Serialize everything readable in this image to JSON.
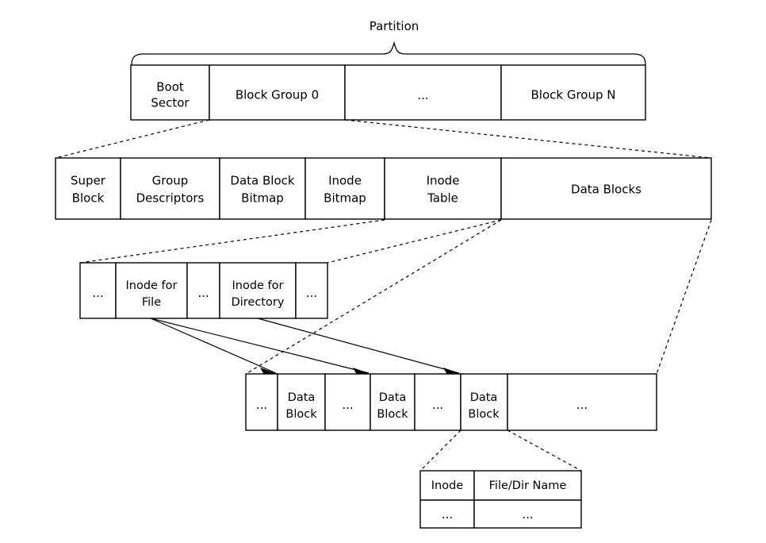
{
  "diagram": {
    "title_label": "Partition",
    "rows": {
      "partition": {
        "name": "partition-row",
        "cells": [
          {
            "id": "boot-sector",
            "lines": [
              "Boot",
              "Sector"
            ]
          },
          {
            "id": "block-group-0",
            "lines": [
              "Block Group 0"
            ]
          },
          {
            "id": "block-group-ellipsis",
            "lines": [
              "..."
            ]
          },
          {
            "id": "block-group-n",
            "lines": [
              "Block Group N"
            ]
          }
        ]
      },
      "block_group": {
        "name": "block-group-row",
        "cells": [
          {
            "id": "super-block",
            "lines": [
              "Super",
              "Block"
            ]
          },
          {
            "id": "group-descriptors",
            "lines": [
              "Group",
              "Descriptors"
            ]
          },
          {
            "id": "data-block-bitmap",
            "lines": [
              "Data Block",
              "Bitmap"
            ]
          },
          {
            "id": "inode-bitmap",
            "lines": [
              "Inode",
              "Bitmap"
            ]
          },
          {
            "id": "inode-table",
            "lines": [
              "Inode",
              "Table"
            ]
          },
          {
            "id": "data-blocks",
            "lines": [
              "Data Blocks"
            ]
          }
        ]
      },
      "inode_table": {
        "name": "inode-table-row",
        "cells": [
          {
            "id": "inode-ellipsis-1",
            "lines": [
              "..."
            ]
          },
          {
            "id": "inode-for-file",
            "lines": [
              "Inode for",
              "File"
            ]
          },
          {
            "id": "inode-ellipsis-2",
            "lines": [
              "..."
            ]
          },
          {
            "id": "inode-for-directory",
            "lines": [
              "Inode for",
              "Directory"
            ]
          },
          {
            "id": "inode-ellipsis-3",
            "lines": [
              "..."
            ]
          }
        ]
      },
      "data_blocks": {
        "name": "data-blocks-row",
        "cells": [
          {
            "id": "data-ellipsis-1",
            "lines": [
              "..."
            ]
          },
          {
            "id": "data-block-1",
            "lines": [
              "Data",
              "Block"
            ]
          },
          {
            "id": "data-ellipsis-2",
            "lines": [
              "..."
            ]
          },
          {
            "id": "data-block-2",
            "lines": [
              "Data",
              "Block"
            ]
          },
          {
            "id": "data-ellipsis-3",
            "lines": [
              "..."
            ]
          },
          {
            "id": "data-block-3",
            "lines": [
              "Data",
              "Block"
            ]
          },
          {
            "id": "data-ellipsis-4",
            "lines": [
              "..."
            ]
          }
        ]
      },
      "dir_entry": {
        "name": "directory-entry-table",
        "header": [
          "Inode",
          "File/Dir Name"
        ],
        "body": [
          [
            "...",
            "..."
          ]
        ]
      }
    },
    "colors": {
      "stroke": "#000000",
      "fill": "#ffffff",
      "text": "#000000"
    }
  }
}
